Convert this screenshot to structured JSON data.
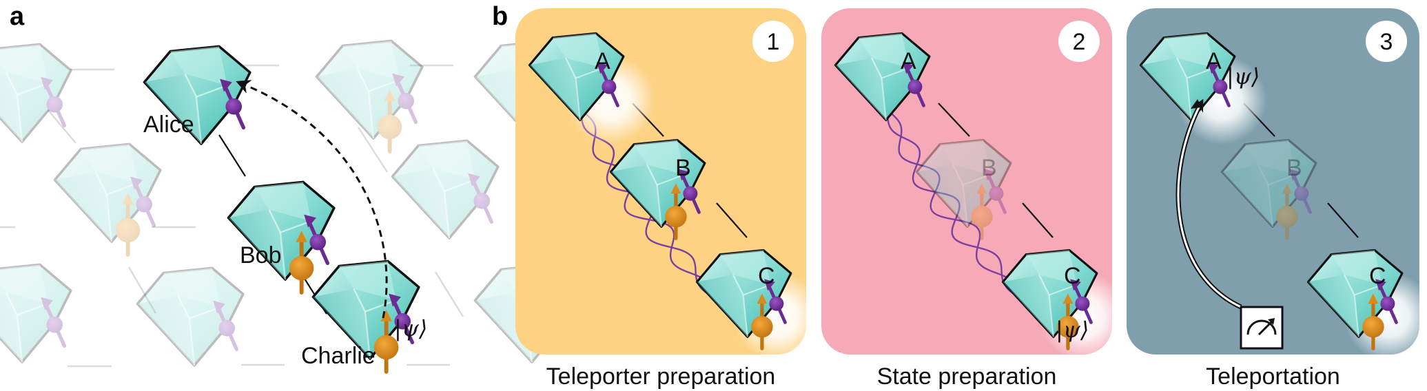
{
  "panel_a": {
    "letter": "a",
    "nodes": [
      {
        "name": "Alice",
        "label": "Alice",
        "spins": [
          "electron"
        ],
        "active": true
      },
      {
        "name": "Bob",
        "label": "Bob",
        "spins": [
          "nuclear",
          "electron"
        ],
        "active": true
      },
      {
        "name": "Charlie",
        "label": "Charlie",
        "spins": [
          "nuclear",
          "electron"
        ],
        "active": true
      }
    ],
    "state_label": "|ψ⟩",
    "arrow": "dashed arrow from Charlie to Alice"
  },
  "panel_b": {
    "letter": "b",
    "steps": [
      {
        "number": "1",
        "caption": "Teleporter preparation",
        "background": "#fdd283",
        "nodes": [
          {
            "label": "A",
            "faded": false,
            "glow": true
          },
          {
            "label": "B",
            "faded": false,
            "glow": false
          },
          {
            "label": "C",
            "faded": false,
            "glow": true
          }
        ],
        "entanglement": true,
        "state_label": ""
      },
      {
        "number": "2",
        "caption": "State preparation",
        "background": "#f6a9b6",
        "nodes": [
          {
            "label": "A",
            "faded": false,
            "glow": false
          },
          {
            "label": "B",
            "faded": true,
            "glow": false
          },
          {
            "label": "C",
            "faded": false,
            "glow": true
          }
        ],
        "entanglement": true,
        "state_label": "|ψ⟩"
      },
      {
        "number": "3",
        "caption": "Teleportation",
        "background": "#7f9fad",
        "nodes": [
          {
            "label": "A",
            "faded": false,
            "glow": true
          },
          {
            "label": "B",
            "faded": true,
            "glow": false
          },
          {
            "label": "C",
            "faded": false,
            "glow": true
          }
        ],
        "entanglement": false,
        "state_label": "|ψ⟩",
        "measurement": "meter-icon"
      }
    ]
  },
  "colors": {
    "diamond": "#7fd8cf",
    "diamond_dark": "#3cb8ad",
    "electron_spin": "#6a2c91",
    "nuclear_spin": "#d98a1c",
    "entanglement": "#7b3fa0"
  }
}
